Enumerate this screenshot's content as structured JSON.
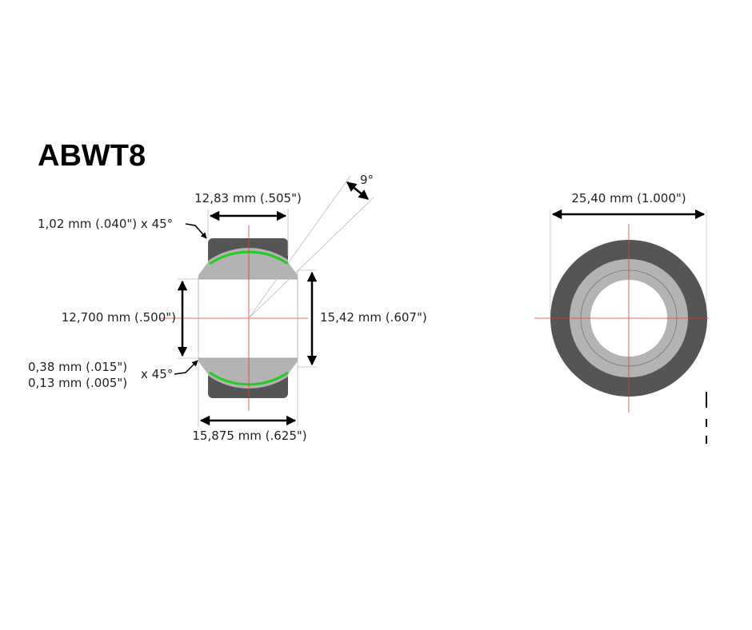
{
  "title": "ABWT8",
  "colors": {
    "outer_race": "#555555",
    "ball": "#b3b3b3",
    "liner": "#22cc22",
    "centerline": "#e23a3a",
    "dimension": "#000000"
  },
  "side_view": {
    "ball_width": "12,83 mm (.505\")",
    "outer_chamfer": "1,02 mm (.040\") x 45°",
    "bore": "12,700 mm (.500\")",
    "ball_diameter": "15,42 mm (.607\")",
    "inner_chamfer_line1": "0,38 mm (.015\")",
    "inner_chamfer_line2": "0,13 mm (.005\")",
    "inner_chamfer_angle": "x 45°",
    "race_width": "15,875 mm (.625\")",
    "misalignment": "9°"
  },
  "front_view": {
    "outer_diameter": "25,40 mm (1.000\")"
  }
}
